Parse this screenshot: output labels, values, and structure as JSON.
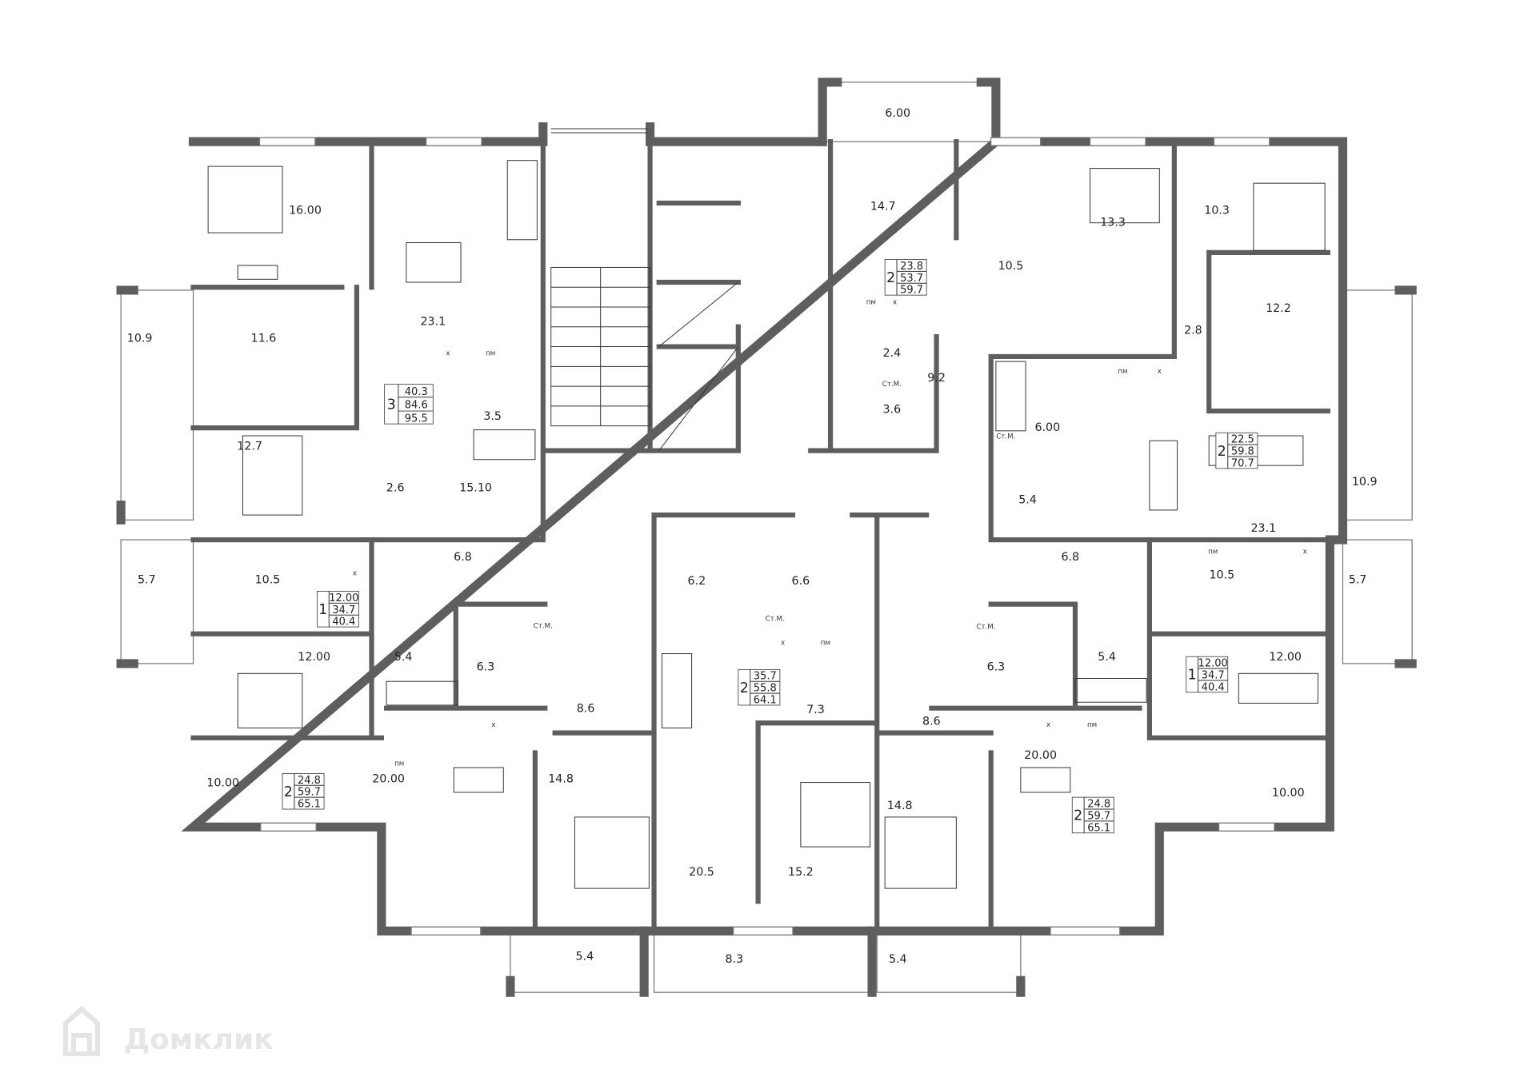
{
  "plan": {
    "rooms": [
      "16.00",
      "23.1",
      "11.6",
      "12.7",
      "2.6",
      "15.10",
      "3.5",
      "10.9",
      "6.00",
      "14.7",
      "10.5",
      "13.3",
      "10.3",
      "12.2",
      "2.8",
      "2.4",
      "9.2",
      "3.6",
      "6.00",
      "5.4",
      "23.1",
      "10.9",
      "5.7",
      "10.5",
      "6.8",
      "12.00",
      "5.4",
      "6.3",
      "8.6",
      "10.00",
      "20.00",
      "14.8",
      "5.4",
      "6.2",
      "6.6",
      "7.3",
      "20.5",
      "15.2",
      "8.3",
      "6.8",
      "10.5",
      "5.7",
      "6.3",
      "5.4",
      "12.00",
      "8.6",
      "20.00",
      "14.8",
      "10.00",
      "5.4"
    ],
    "apartments": [
      {
        "rooms": "3",
        "living": "40.3",
        "total": "84.6",
        "total_with_balcony": "95.5"
      },
      {
        "rooms": "2",
        "living": "23.8",
        "total": "53.7",
        "total_with_balcony": "59.7"
      },
      {
        "rooms": "2",
        "living": "22.5",
        "total": "59.8",
        "total_with_balcony": "70.7"
      },
      {
        "rooms": "1",
        "living": "12.00",
        "total": "34.7",
        "total_with_balcony": "40.4"
      },
      {
        "rooms": "2",
        "living": "24.8",
        "total": "59.7",
        "total_with_balcony": "65.1"
      },
      {
        "rooms": "2",
        "living": "35.7",
        "total": "55.8",
        "total_with_balcony": "64.1"
      },
      {
        "rooms": "1",
        "living": "12.00",
        "total": "34.7",
        "total_with_balcony": "40.4"
      },
      {
        "rooms": "2",
        "living": "24.8",
        "total": "59.7",
        "total_with_balcony": "65.1"
      }
    ],
    "fixtures": [
      "х",
      "пм",
      "пм",
      "х",
      "Ст.М.",
      "пм",
      "х",
      "Ст.М.",
      "х",
      "Ст.М.",
      "х",
      "пм",
      "Ст.М.",
      "Ст.М.",
      "х",
      "пм",
      "пм",
      "х",
      "пм",
      "х"
    ],
    "wall_color": "#5e5e5e"
  },
  "watermark": {
    "text": "Домклик",
    "icon": "house-logo-icon"
  }
}
